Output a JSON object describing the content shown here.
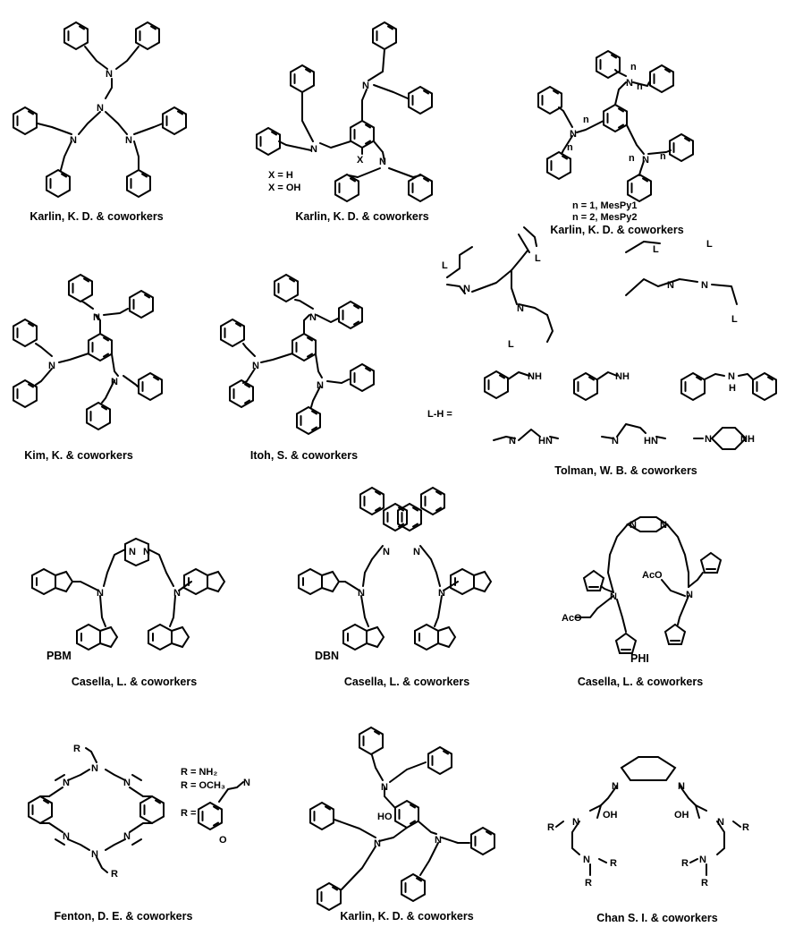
{
  "panels": [
    {
      "id": "p1",
      "caption": "Karlin, K. D. & coworkers"
    },
    {
      "id": "p2",
      "caption": "Karlin, K. D. & coworkers",
      "notes": [
        "X = H",
        "X = OH"
      ],
      "atom": "X"
    },
    {
      "id": "p3",
      "caption": "Karlin, K. D. & coworkers",
      "notes": [
        "n = 1, MesPy1",
        "n = 2, MesPy2"
      ],
      "atom": "n"
    },
    {
      "id": "p4",
      "caption": "Kim, K. & coworkers"
    },
    {
      "id": "p5",
      "caption": "Itoh, S. & coworkers"
    },
    {
      "id": "p6",
      "caption": "Tolman, W. B. & coworkers",
      "lh": "L-H =",
      "atom": "L"
    },
    {
      "id": "p7",
      "caption": "Casella, L. & coworkers",
      "name": "PBM"
    },
    {
      "id": "p8",
      "caption": "Casella, L. & coworkers",
      "name": "DBN"
    },
    {
      "id": "p9",
      "caption": "Casella, L. & coworkers",
      "name": "PHI",
      "atom": "AcO"
    },
    {
      "id": "p10",
      "caption": "Fenton, D. E. & coworkers",
      "notes": [
        "R = NH₂",
        "R = OCH₃",
        "R ="
      ],
      "atom": "R"
    },
    {
      "id": "p11",
      "caption": "Karlin, K. D. & coworkers",
      "atom": "HO"
    },
    {
      "id": "p12",
      "caption": "Chan S. I. & coworkers",
      "atom": "OH"
    }
  ],
  "atoms": {
    "N": "N",
    "NH": "NH",
    "HN": "HN",
    "H": "H",
    "O": "O",
    "R": "R"
  }
}
